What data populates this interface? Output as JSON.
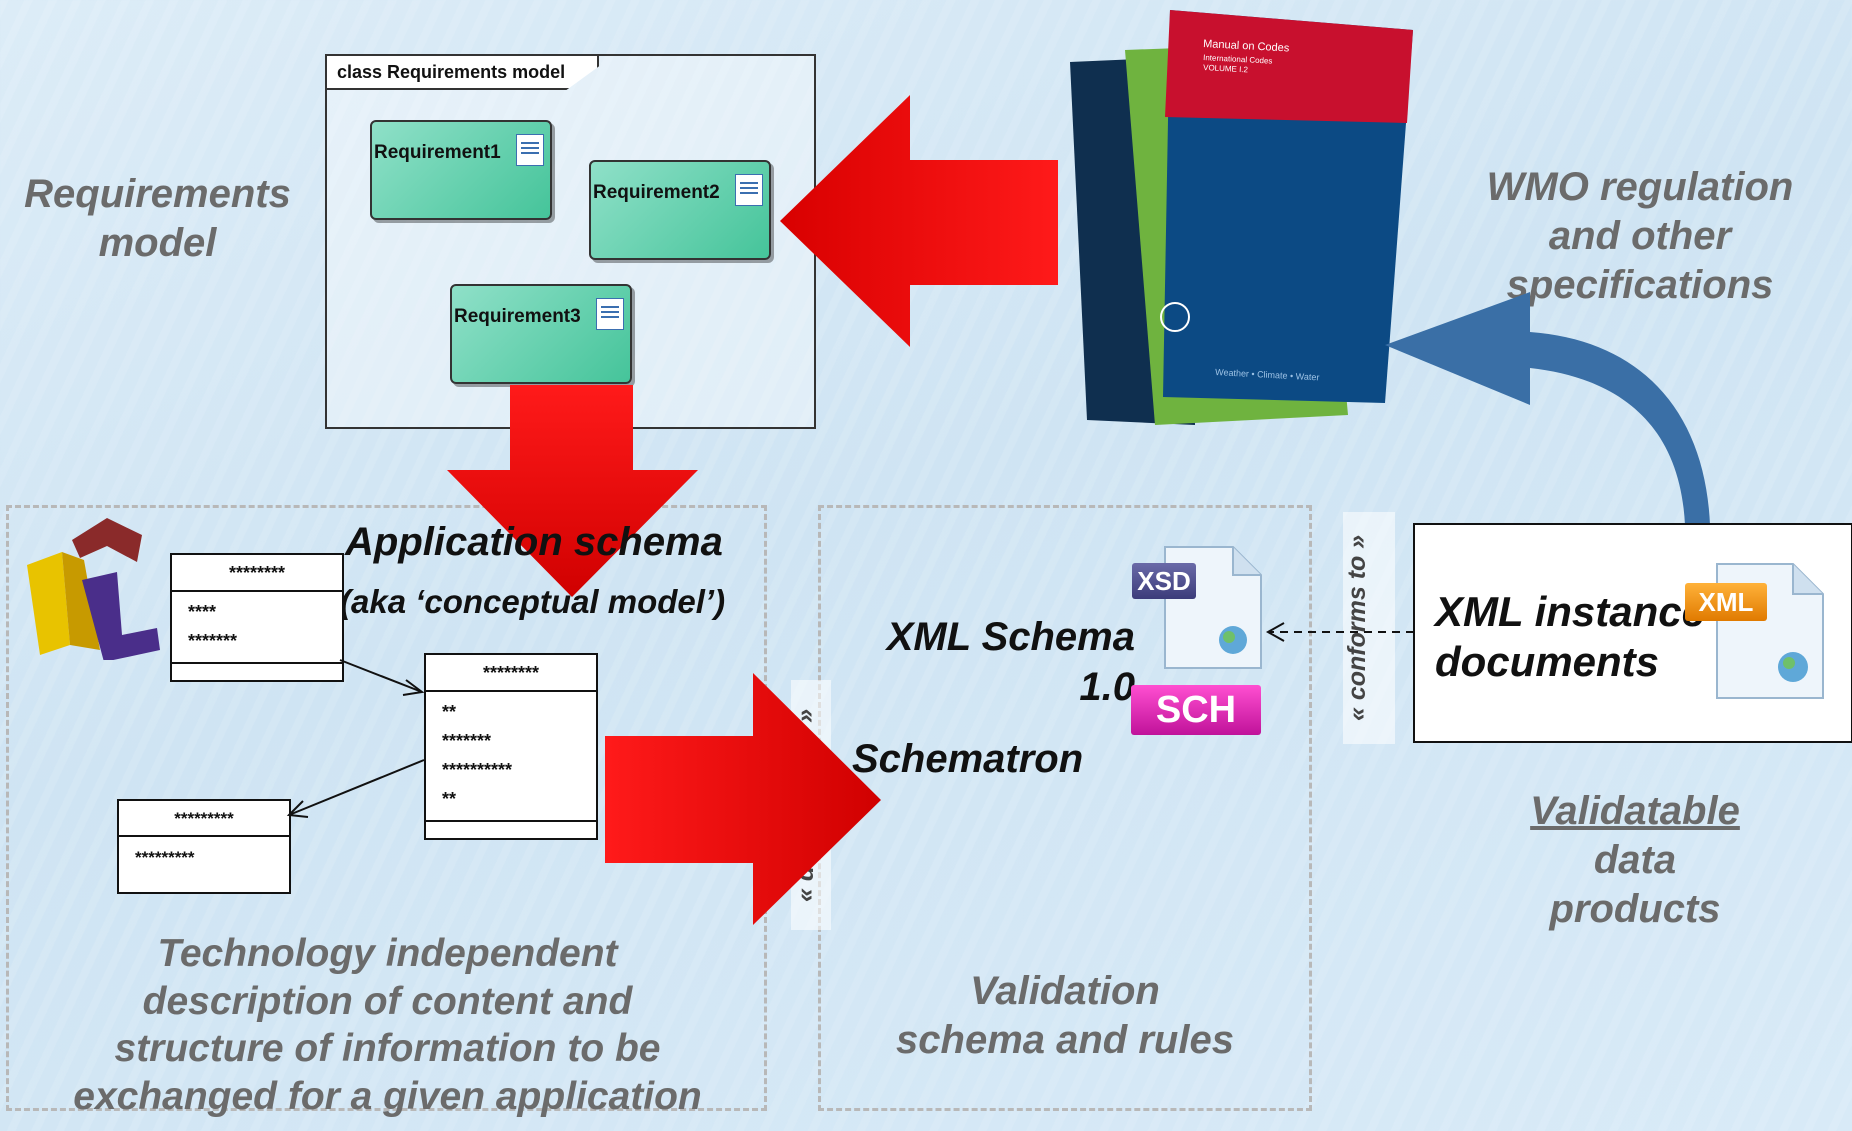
{
  "captions": {
    "requirements_model": [
      "Requirements",
      "model"
    ],
    "wmo": [
      "WMO regulation",
      "and other",
      "specifications"
    ],
    "application_schema": "Application schema",
    "application_schema_aka": "(aka ‘conceptual model’)",
    "technology": [
      "Technology independent",
      "description of content and",
      "structure of information to be",
      "exchanged for a given application"
    ],
    "validation": [
      "Validation",
      "schema and rules"
    ],
    "validatable": [
      "Validatable",
      "data",
      "products"
    ],
    "xml_schema": [
      "XML Schema",
      "1.0"
    ],
    "schematron": "Schematron",
    "xml_instance": [
      "XML instance",
      "documents"
    ]
  },
  "requirements_frame": {
    "title": "class Requirements model",
    "items": [
      "Requirement1",
      "Requirement2",
      "Requirement3"
    ]
  },
  "uml_classes": [
    {
      "name": "********",
      "attrs": [
        "****",
        "*******"
      ]
    },
    {
      "name": "********",
      "attrs": [
        "**",
        "*******",
        "**********",
        "**"
      ]
    },
    {
      "name": "*********",
      "attrs": [
        "*********"
      ]
    }
  ],
  "stereotypes": {
    "derived_from": "« derived from »",
    "conforms_to": "« conforms to »"
  },
  "badges": {
    "xsd": "XSD",
    "sch": "SCH",
    "xml": "XML"
  },
  "book": {
    "title": "Manual on Codes",
    "subtitle": "International Codes",
    "volume": "VOLUME I.2",
    "footer": "Weather • Climate • Water"
  },
  "colors": {
    "arrow_red": "#e00000",
    "curve_arrow": "#3a6fa6",
    "requirement_fill": "#5fd1ac"
  }
}
